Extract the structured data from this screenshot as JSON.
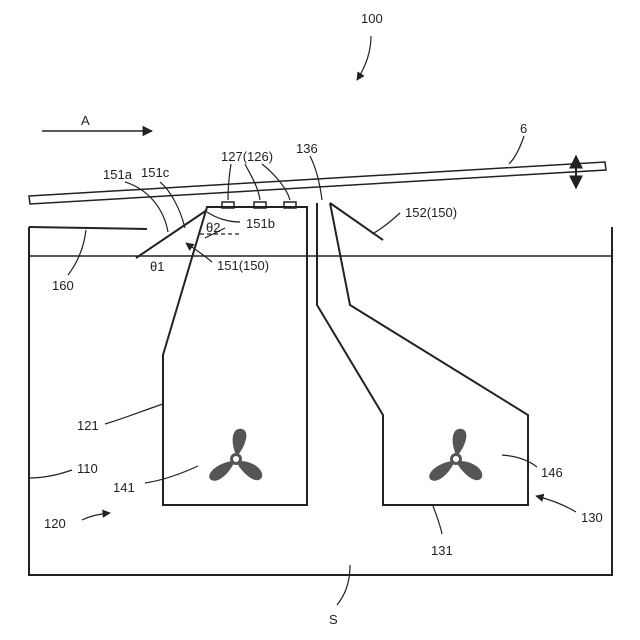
{
  "labels": {
    "system": "100",
    "flow_direction": "A",
    "plate": "6",
    "sensors": "127(126)",
    "gap": "136",
    "edge_a": "151a",
    "edge_c": "151c",
    "edge_b": "151b",
    "angle_2": "θ2",
    "angle_1": "θ1",
    "fin_left": "151(150)",
    "fin_right": "152(150)",
    "guide": "160",
    "left_unit": "121",
    "left_propeller": "141",
    "tank": "110",
    "left_assembly": "120",
    "right_propeller": "146",
    "right_unit": "131",
    "right_assembly": "130",
    "fluid": "S"
  },
  "colors": {
    "line": "#222222",
    "propeller": "#555555"
  },
  "icons": {
    "propeller": "propeller-icon",
    "double_arrow": "double-arrow-icon"
  }
}
